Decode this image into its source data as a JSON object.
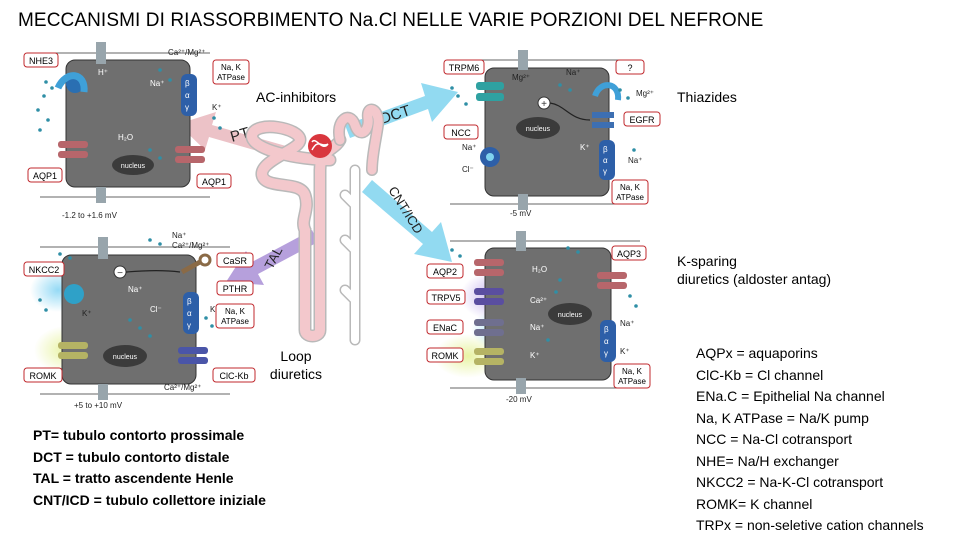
{
  "title": "MECCANISMI DI RIASSORBIMENTO Na.Cl NELLE VARIE PORZIONI DEL NEFRONE",
  "notes": {
    "ac_inhibitors": "AC-inhibitors",
    "thiazides": "Thiazides",
    "ksparing_line1": "K-sparing",
    "ksparing_line2": "diuretics (aldoster antag)",
    "loop_line1": "Loop",
    "loop_line2": "diuretics"
  },
  "segments": {
    "pt": "PT",
    "dct": "DCT",
    "tal": "TAL",
    "cnt": "CNT/ICD"
  },
  "abbreviations": [
    "PT= tubulo contorto prossimale",
    "DCT = tubulo contorto distale",
    "TAL = tratto ascendente Henle",
    "CNT/ICD = tubulo collettore iniziale"
  ],
  "legend": [
    "AQPx = aquaporins",
    "ClC-Kb = Cl channel",
    "ENa.C = Epithelial Na channel",
    "Na, K ATPase = Na/K pump",
    "NCC = Na-Cl cotransport",
    "NHE= Na/H exchanger",
    "NKCC2 = Na-K-Cl cotransport",
    "ROMK= K channel",
    "TRPx = non-seletive cation channels"
  ],
  "cells": {
    "pt": {
      "labels": {
        "nhe3": "NHE3",
        "aqp1_left": "AQP1",
        "aqp1_right": "AQP1",
        "atpase_1": "Na, K",
        "atpase_2": "ATPase"
      },
      "ions": {
        "ca_mg": "Ca²⁺/Mg²⁺",
        "h": "H⁺",
        "na": "Na⁺",
        "k": "K⁺",
        "h2o": "H₂O",
        "nucleus": "nucleus"
      },
      "voltage": "-1.2 to +1.6 mV"
    },
    "dct": {
      "labels": {
        "trpm6": "TRPM6",
        "ncc": "NCC",
        "egfr": "EGFR",
        "unknown": "?",
        "atpase_1": "Na, K",
        "atpase_2": "ATPase"
      },
      "ions": {
        "mg": "Mg²⁺",
        "na_top": "Na⁺",
        "mg_right": "Mg²⁺",
        "na_left": "Na⁺",
        "cl": "Cl⁻",
        "k": "K⁺",
        "na_right": "Na⁺",
        "nucleus": "nucleus"
      },
      "voltage": "-5 mV"
    },
    "tal": {
      "labels": {
        "nkcc2": "NKCC2",
        "casr": "CaSR",
        "pthr": "PTHR",
        "romk": "ROMK",
        "clckb": "ClC-Kb",
        "atpase_1": "Na, K",
        "atpase_2": "ATPase"
      },
      "ions": {
        "na_top": "Na⁺",
        "ca_mg": "Ca²⁺/Mg²⁺",
        "na": "Na⁺",
        "k": "K⁺",
        "cl": "Cl⁻",
        "ca_mg_bottom": "Ca²⁺/Mg²⁺",
        "nucleus": "nucleus",
        "k_left": "K⁺"
      },
      "voltage": "+5 to +10 mV"
    },
    "cnt": {
      "labels": {
        "aqp2": "AQP2",
        "aqp3": "AQP3",
        "trpv5": "TRPV5",
        "enac": "ENaC",
        "romk": "ROMK",
        "atpase_1": "Na, K",
        "atpase_2": "ATPase"
      },
      "ions": {
        "h2o": "H₂O",
        "ca": "Ca²⁺",
        "na": "Na⁺",
        "na_right": "Na⁺",
        "k": "K⁺",
        "k_right": "K⁺",
        "nucleus": "nucleus"
      },
      "voltage": "-20 mV"
    }
  },
  "colors": {
    "cell_fill": "#6f6f6f",
    "label_border": "#c0282d",
    "arrow_blue": "#7fd3ef",
    "arrow_pink": "#e9b7bd",
    "arrow_purple": "#a98fd6",
    "tubule_fill": "#f3c8cc",
    "tubule_white": "#ffffff"
  }
}
